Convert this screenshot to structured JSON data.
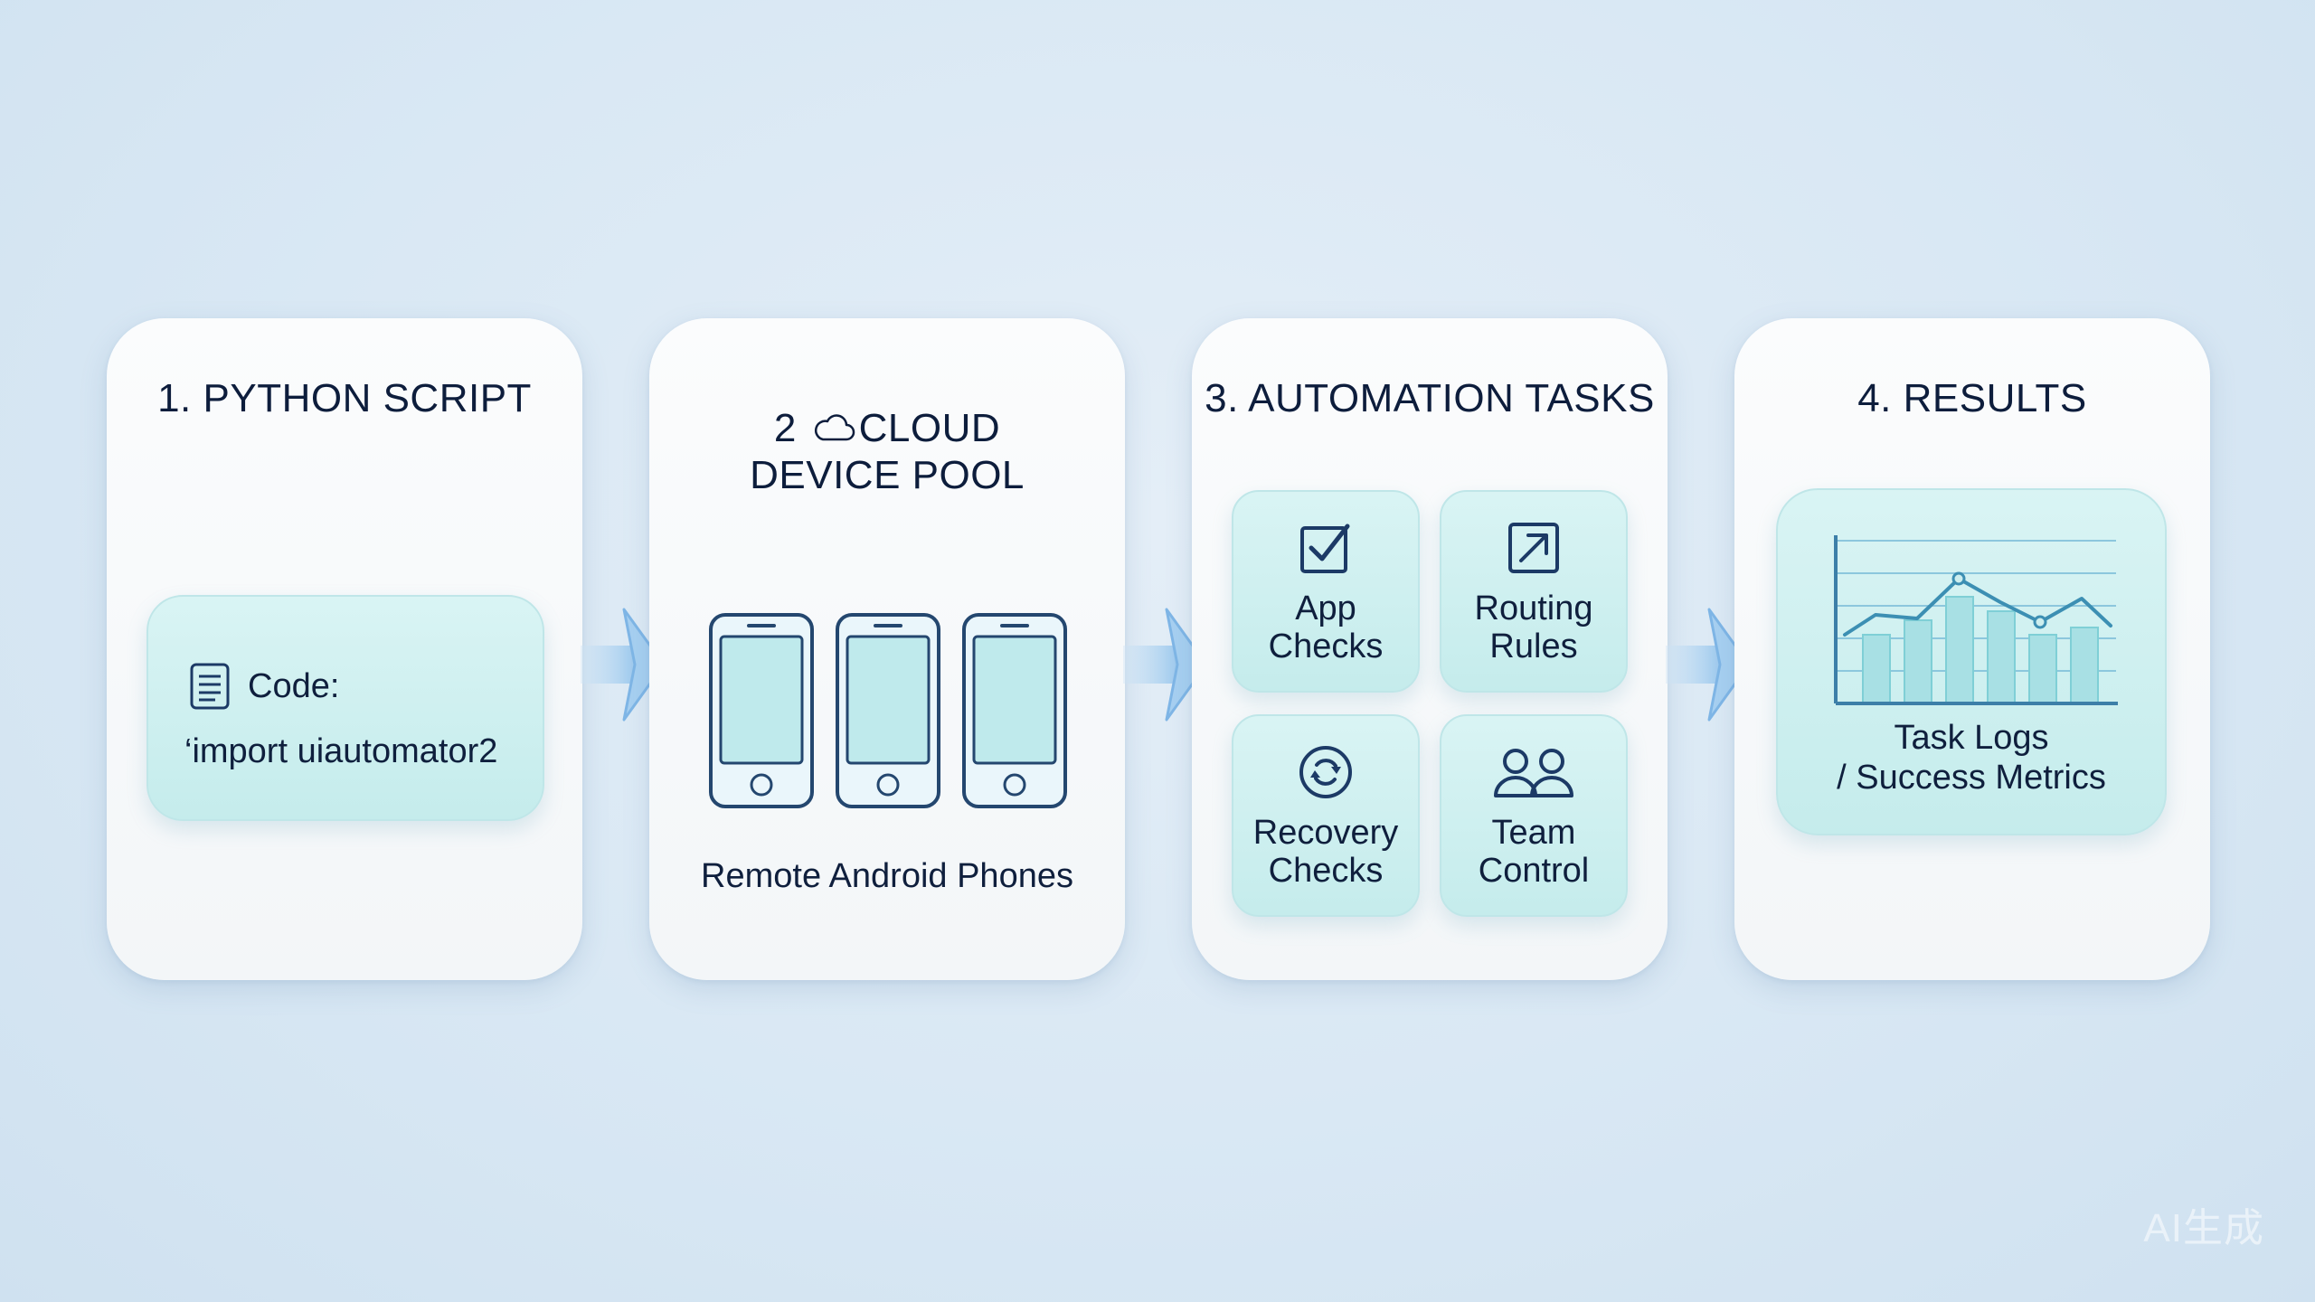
{
  "steps": [
    {
      "title": "1. PYTHON SCRIPT",
      "code_label": "Code:",
      "code_text": "‘import uiautomator2",
      "icon": "document-icon"
    },
    {
      "title_prefix": "2",
      "title_line1": "CLOUD",
      "title_line2": "DEVICE POOL",
      "title_icon": "cloud-icon",
      "caption": "Remote Android Phones",
      "device_icon": "smartphone-icon",
      "device_count": 3
    },
    {
      "title": "3. AUTOMATION TASKS",
      "tiles": [
        {
          "line1": "App",
          "line2": "Checks",
          "icon": "checkbox-icon"
        },
        {
          "line1": "Routing",
          "line2": "Rules",
          "icon": "arrow-up-right-box-icon"
        },
        {
          "line1": "Recovery",
          "line2": "Checks",
          "icon": "refresh-circle-icon"
        },
        {
          "line1": "Team",
          "line2": "Control",
          "icon": "users-icon"
        }
      ]
    },
    {
      "title": "4. RESULTS",
      "caption_line1": "Task Logs",
      "caption_line2": "/ Success Metrics",
      "icon": "chart-icon"
    }
  ],
  "watermark": "AI生成",
  "colors": {
    "background": "#d9e8f4",
    "panel": "#f6f8fa",
    "mint": "#cdeeee",
    "ink": "#0f1f3d",
    "icon_stroke": "#1c3a66",
    "arrow": "#9cc9ee"
  }
}
